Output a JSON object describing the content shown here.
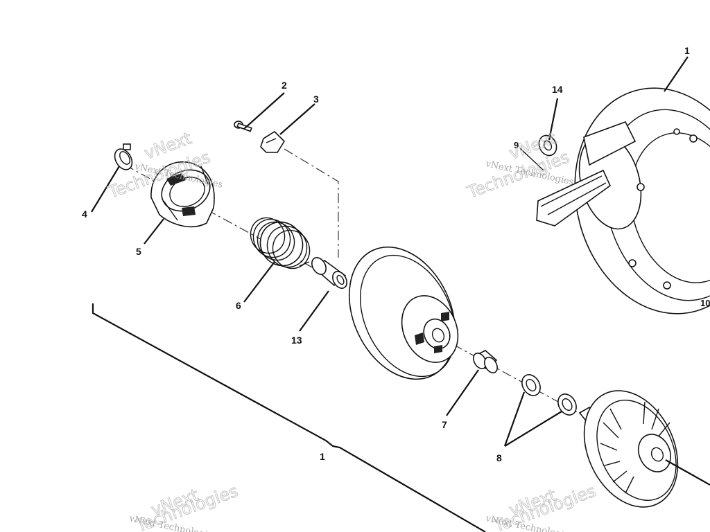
{
  "diagram": {
    "callouts": {
      "c1_top": "1",
      "c2": "2",
      "c3": "3",
      "c4": "4",
      "c5": "5",
      "c6": "6",
      "c7": "7",
      "c8": "8",
      "c9": "9",
      "c10": "10",
      "c13": "13",
      "c14": "14",
      "c1_bracket": "1"
    },
    "watermark": {
      "small": "vNext Technologies",
      "large_top": "vNext",
      "large_bottom": "Technologies"
    }
  }
}
